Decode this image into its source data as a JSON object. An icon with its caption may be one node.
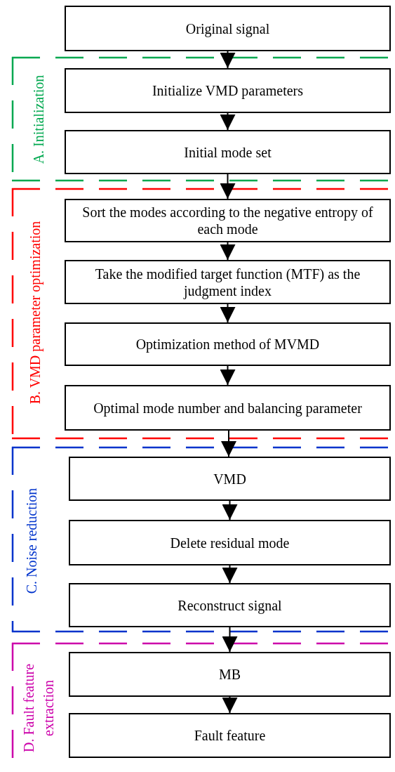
{
  "diagram": {
    "nodes": [
      {
        "text": [
          "Original signal"
        ]
      },
      {
        "text": [
          "A. Initialization"
        ]
      },
      {
        "text": [
          "Initialize VMD parameters"
        ],
        "in": 1
      },
      {
        "text": [
          "Initial mode set"
        ],
        "in": 1
      },
      {
        "text": [
          "B. VMD parameter optimization"
        ]
      },
      {
        "text": [
          "Sort the modes according to the negative entropy of each mode"
        ],
        "in": 4
      },
      {
        "text": [
          "Take the modified target function (MTF) as the judgment index"
        ],
        "in": 4
      },
      {
        "text": [
          "Optimization method of MVMD"
        ],
        "in": 4
      },
      {
        "text": [
          "Optimal mode number and balancing parameter"
        ],
        "in": 4
      },
      {
        "text": [
          "C. Noise reduction"
        ]
      },
      {
        "text": [
          "VMD"
        ],
        "in": 9
      },
      {
        "text": [
          "Delete residual mode"
        ],
        "in": 9
      },
      {
        "text": [
          "Reconstruct signal"
        ],
        "in": 9
      },
      {
        "text": [
          "D. Fault feature extraction"
        ]
      },
      {
        "text": [
          "MB"
        ],
        "in": 13
      },
      {
        "text": [
          "Fault feature"
        ],
        "in": 13
      }
    ],
    "edges": [
      {
        "from": 0,
        "to": 2,
        "arrow": "to"
      },
      {
        "from": 2,
        "to": 3,
        "arrow": "to"
      },
      {
        "from": 3,
        "to": 5,
        "arrow": "to"
      },
      {
        "from": 5,
        "to": 6,
        "arrow": "to"
      },
      {
        "from": 6,
        "to": 7,
        "arrow": "to"
      },
      {
        "from": 7,
        "to": 8,
        "arrow": "to"
      },
      {
        "from": 8,
        "to": 10,
        "arrow": "to"
      },
      {
        "from": 10,
        "to": 11,
        "arrow": "to"
      },
      {
        "from": 11,
        "to": 12,
        "arrow": "to"
      },
      {
        "from": 12,
        "to": 14,
        "arrow": "to"
      },
      {
        "from": 14,
        "to": 15,
        "arrow": "to"
      }
    ]
  }
}
